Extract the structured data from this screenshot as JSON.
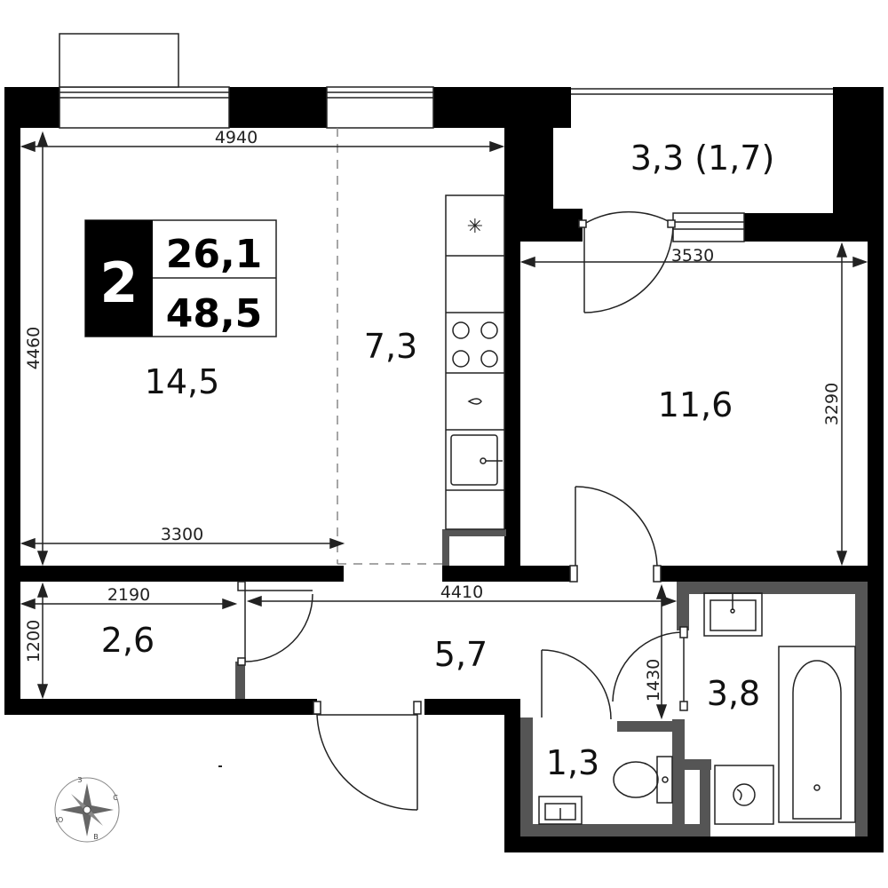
{
  "info_box": {
    "rooms_count": "2",
    "living_area": "26,1",
    "total_area": "48,5"
  },
  "rooms": {
    "living": "14,5",
    "kitchen": "7,3",
    "balcony": "3,3 (1,7)",
    "bedroom": "11,6",
    "entry_closet": "2,6",
    "hallway": "5,7",
    "bathroom": "3,8",
    "toilet": "1,3"
  },
  "dimensions": {
    "living_width_top": "4940",
    "living_height": "4460",
    "living_width_bottom": "3300",
    "bedroom_width": "3530",
    "bedroom_height": "3290",
    "closet_width": "2190",
    "hallway_width": "4410",
    "closet_height": "1200",
    "bath_door_gap": "1430"
  },
  "compass": {
    "north": "З",
    "east": "С",
    "south": "В",
    "west": "Ю"
  },
  "colors": {
    "wall": "#000000",
    "partition": "#555555",
    "line": "#222222"
  }
}
